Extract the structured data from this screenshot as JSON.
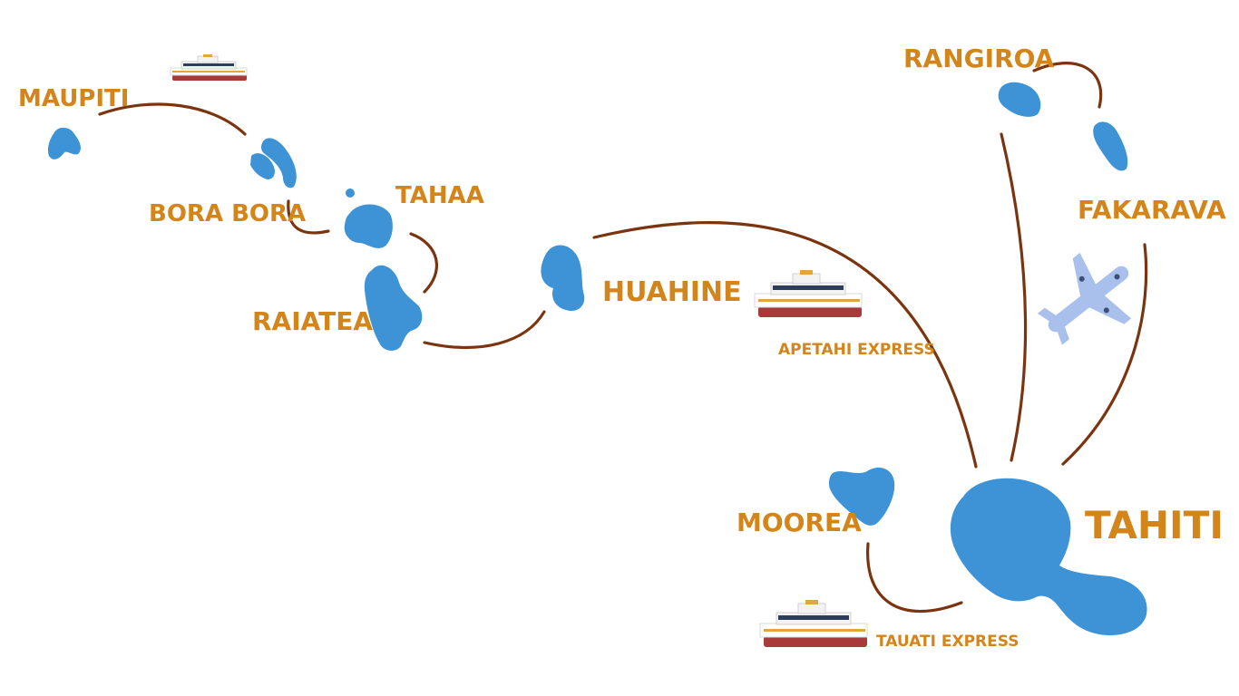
{
  "colors": {
    "label": "#d4851a",
    "island": "#3d93d6",
    "route": "#7a3510",
    "plane": "#a9c0ec"
  },
  "islands": {
    "maupiti": "MAUPITI",
    "bora_bora": "BORA BORA",
    "tahaa": "TAHAA",
    "raiatea": "RAIATEA",
    "huahine": "HUAHINE",
    "rangiroa": "RANGIROA",
    "fakarava": "FAKARAVA",
    "moorea": "MOOREA",
    "tahiti": "TAHITI"
  },
  "ferries": {
    "apetahi": "APETAHI EXPRESS",
    "tauati": "TAUATI EXPRESS"
  },
  "icons": [
    "ferry-icon",
    "airplane-icon"
  ]
}
